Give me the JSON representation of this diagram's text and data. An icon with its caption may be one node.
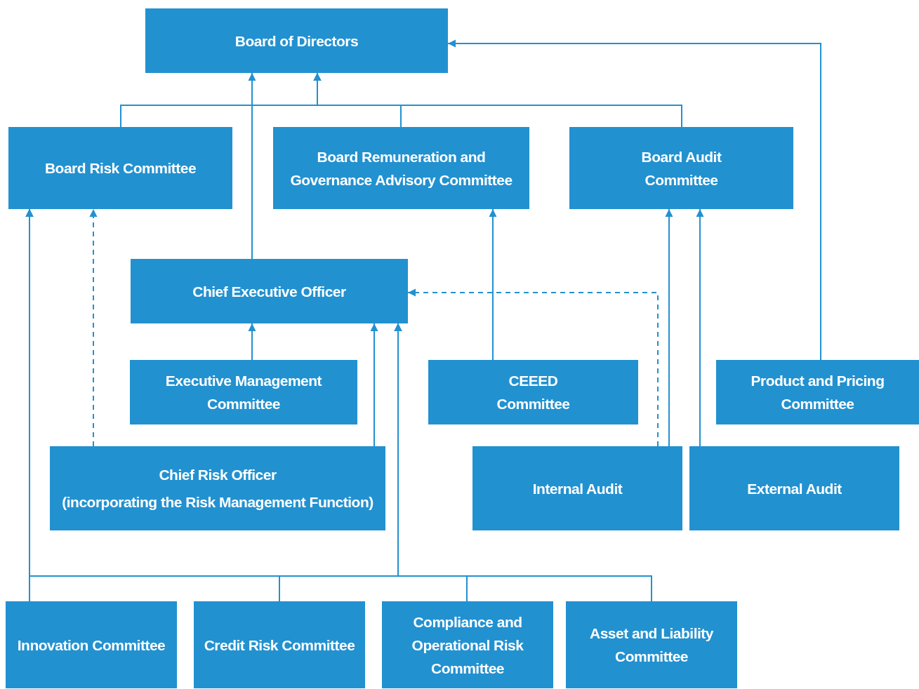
{
  "diagram": {
    "nodes": [
      {
        "text": [
          "Board of Directors"
        ]
      },
      {
        "text": [
          "Board Risk Committee"
        ]
      },
      {
        "text": [
          "Board Remuneration and Governance Advisory Committee"
        ]
      },
      {
        "text": [
          "Board Audit Committee"
        ]
      },
      {
        "text": [
          "Chief Executive Officer"
        ]
      },
      {
        "text": [
          "Executive Management Committee"
        ]
      },
      {
        "text": [
          "CEEED Committee"
        ]
      },
      {
        "text": [
          "Product and Pricing Committee"
        ]
      },
      {
        "text": [
          "Chief Risk Officer",
          "(incorporating the Risk Management Function)"
        ]
      },
      {
        "text": [
          "Internal Audit"
        ]
      },
      {
        "text": [
          "External Audit"
        ]
      },
      {
        "text": [
          "Innovation Committee"
        ]
      },
      {
        "text": [
          "Credit Risk Committee"
        ]
      },
      {
        "text": [
          "Compliance and Operational Risk Committee"
        ]
      },
      {
        "text": [
          "Asset and Liability Committee"
        ]
      }
    ],
    "edges": [
      {
        "from": 1,
        "to": 0,
        "arrow": "to"
      },
      {
        "from": 2,
        "to": 0,
        "arrow": "to"
      },
      {
        "from": 3,
        "to": 0,
        "arrow": "to"
      },
      {
        "from": 4,
        "to": 0,
        "arrow": "to"
      },
      {
        "from": 7,
        "to": 0,
        "arrow": "to"
      },
      {
        "from": 6,
        "to": 2,
        "arrow": "to"
      },
      {
        "from": 9,
        "to": 3,
        "arrow": "to"
      },
      {
        "from": 10,
        "to": 3,
        "arrow": "to"
      },
      {
        "from": 9,
        "to": 4,
        "arrow": "to",
        "style": "dashed"
      },
      {
        "from": 5,
        "to": 4,
        "arrow": "to"
      },
      {
        "from": 8,
        "to": 4,
        "arrow": "to"
      },
      {
        "from": 8,
        "to": 1,
        "arrow": "to",
        "style": "dashed"
      },
      {
        "from": 11,
        "to": 1,
        "arrow": "to"
      },
      {
        "from": 12,
        "to": 1,
        "arrow": "to"
      },
      {
        "from": 13,
        "to": 1,
        "arrow": "to"
      },
      {
        "from": 14,
        "to": 1,
        "arrow": "to"
      },
      {
        "from": 11,
        "to": 4,
        "arrow": "to",
        "style": "dashed"
      },
      {
        "from": 12,
        "to": 4,
        "arrow": "to",
        "style": "dashed"
      },
      {
        "from": 13,
        "to": 4,
        "arrow": "to",
        "style": "dashed"
      },
      {
        "from": 14,
        "to": 4,
        "arrow": "to",
        "style": "dashed"
      }
    ]
  }
}
